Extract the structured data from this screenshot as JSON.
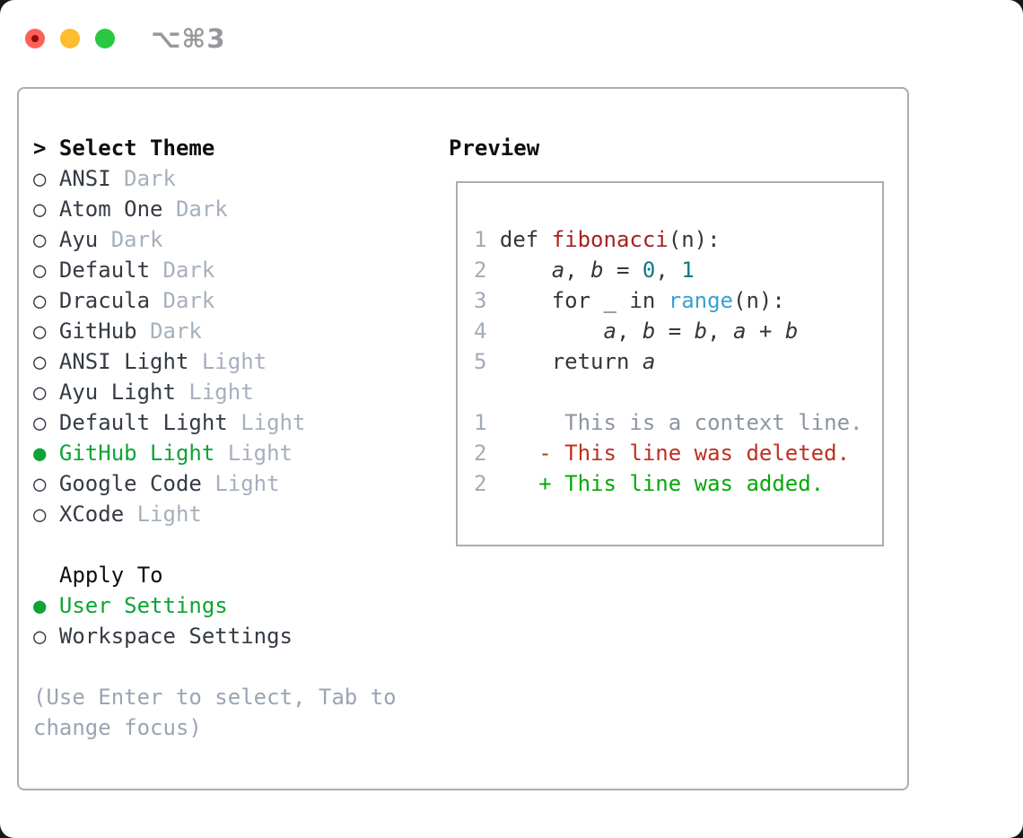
{
  "colors": {
    "backdrop": "#17181a",
    "window-bg": "#ffffff",
    "border-gray": "#a6adb7",
    "title-gray": "#97989c",
    "traffic-red": "#ff5f57",
    "traffic-red-dot": "#8b0f0b",
    "traffic-yellow": "#febc2e",
    "traffic-green": "#28c840",
    "heading-black": "#0c0e10",
    "item-text": "#343b44",
    "variant-gray": "#a6b0bd",
    "select-green": "#0ca435",
    "hint-gray": "#9aa5b3",
    "linenum-gray": "#a2abb8",
    "code-text": "#31373d",
    "func-red": "#a62120",
    "number-teal": "#0c7a85",
    "builtin-blue": "#3aa0d0",
    "context-gray": "#8d96a0",
    "deleted-red": "#bf301f",
    "added-green": "#06a80b"
  },
  "window": {
    "shortcut": "⌥⌘3"
  },
  "theme_panel": {
    "header_prefix": "> ",
    "header_label": "Select Theme",
    "bullet_selected": "●",
    "bullet_unselected": "○",
    "themes": [
      {
        "name": "ANSI",
        "variant": "Dark",
        "selected": false
      },
      {
        "name": "Atom One",
        "variant": "Dark",
        "selected": false
      },
      {
        "name": "Ayu",
        "variant": "Dark",
        "selected": false
      },
      {
        "name": "Default",
        "variant": "Dark",
        "selected": false
      },
      {
        "name": "Dracula",
        "variant": "Dark",
        "selected": false
      },
      {
        "name": "GitHub",
        "variant": "Dark",
        "selected": false
      },
      {
        "name": "ANSI Light",
        "variant": "Light",
        "selected": false
      },
      {
        "name": "Ayu Light",
        "variant": "Light",
        "selected": false
      },
      {
        "name": "Default Light",
        "variant": "Light",
        "selected": false
      },
      {
        "name": "GitHub Light",
        "variant": "Light",
        "selected": true
      },
      {
        "name": "Google Code",
        "variant": "Light",
        "selected": false
      },
      {
        "name": "XCode",
        "variant": "Light",
        "selected": false
      }
    ],
    "apply_to_label": "Apply To",
    "apply_options": [
      {
        "label": "User Settings",
        "selected": true
      },
      {
        "label": "Workspace Settings",
        "selected": false
      }
    ],
    "hint_lines": [
      "(Use Enter to select, Tab to",
      "change focus)"
    ]
  },
  "preview": {
    "title": "Preview",
    "lines": [
      {
        "num": "1",
        "segs": [
          {
            "t": " def ",
            "c": "code"
          },
          {
            "t": "fibonacci",
            "c": "func"
          },
          {
            "t": "(n):",
            "c": "code"
          }
        ]
      },
      {
        "num": "2",
        "segs": [
          {
            "t": "     ",
            "c": "code"
          },
          {
            "t": "a",
            "c": "var"
          },
          {
            "t": ", ",
            "c": "code"
          },
          {
            "t": "b",
            "c": "var"
          },
          {
            "t": " = ",
            "c": "code"
          },
          {
            "t": "0",
            "c": "num"
          },
          {
            "t": ", ",
            "c": "code"
          },
          {
            "t": "1",
            "c": "num"
          }
        ]
      },
      {
        "num": "3",
        "segs": [
          {
            "t": "     for _ in ",
            "c": "code"
          },
          {
            "t": "range",
            "c": "builtin"
          },
          {
            "t": "(n):",
            "c": "code"
          }
        ]
      },
      {
        "num": "4",
        "segs": [
          {
            "t": "         ",
            "c": "code"
          },
          {
            "t": "a",
            "c": "var"
          },
          {
            "t": ", ",
            "c": "code"
          },
          {
            "t": "b",
            "c": "var"
          },
          {
            "t": " = ",
            "c": "code"
          },
          {
            "t": "b",
            "c": "var"
          },
          {
            "t": ", ",
            "c": "code"
          },
          {
            "t": "a",
            "c": "var"
          },
          {
            "t": " + ",
            "c": "code"
          },
          {
            "t": "b",
            "c": "var"
          }
        ]
      },
      {
        "num": "5",
        "segs": [
          {
            "t": "     return ",
            "c": "code"
          },
          {
            "t": "a",
            "c": "var"
          }
        ]
      },
      {
        "num": "",
        "segs": []
      },
      {
        "num": "1",
        "segs": [
          {
            "t": "      This is a context line.",
            "c": "context"
          }
        ]
      },
      {
        "num": "2",
        "segs": [
          {
            "t": "    - This line was deleted.",
            "c": "deleted"
          }
        ]
      },
      {
        "num": "2",
        "segs": [
          {
            "t": "    + This line was added.",
            "c": "added"
          }
        ]
      }
    ]
  }
}
